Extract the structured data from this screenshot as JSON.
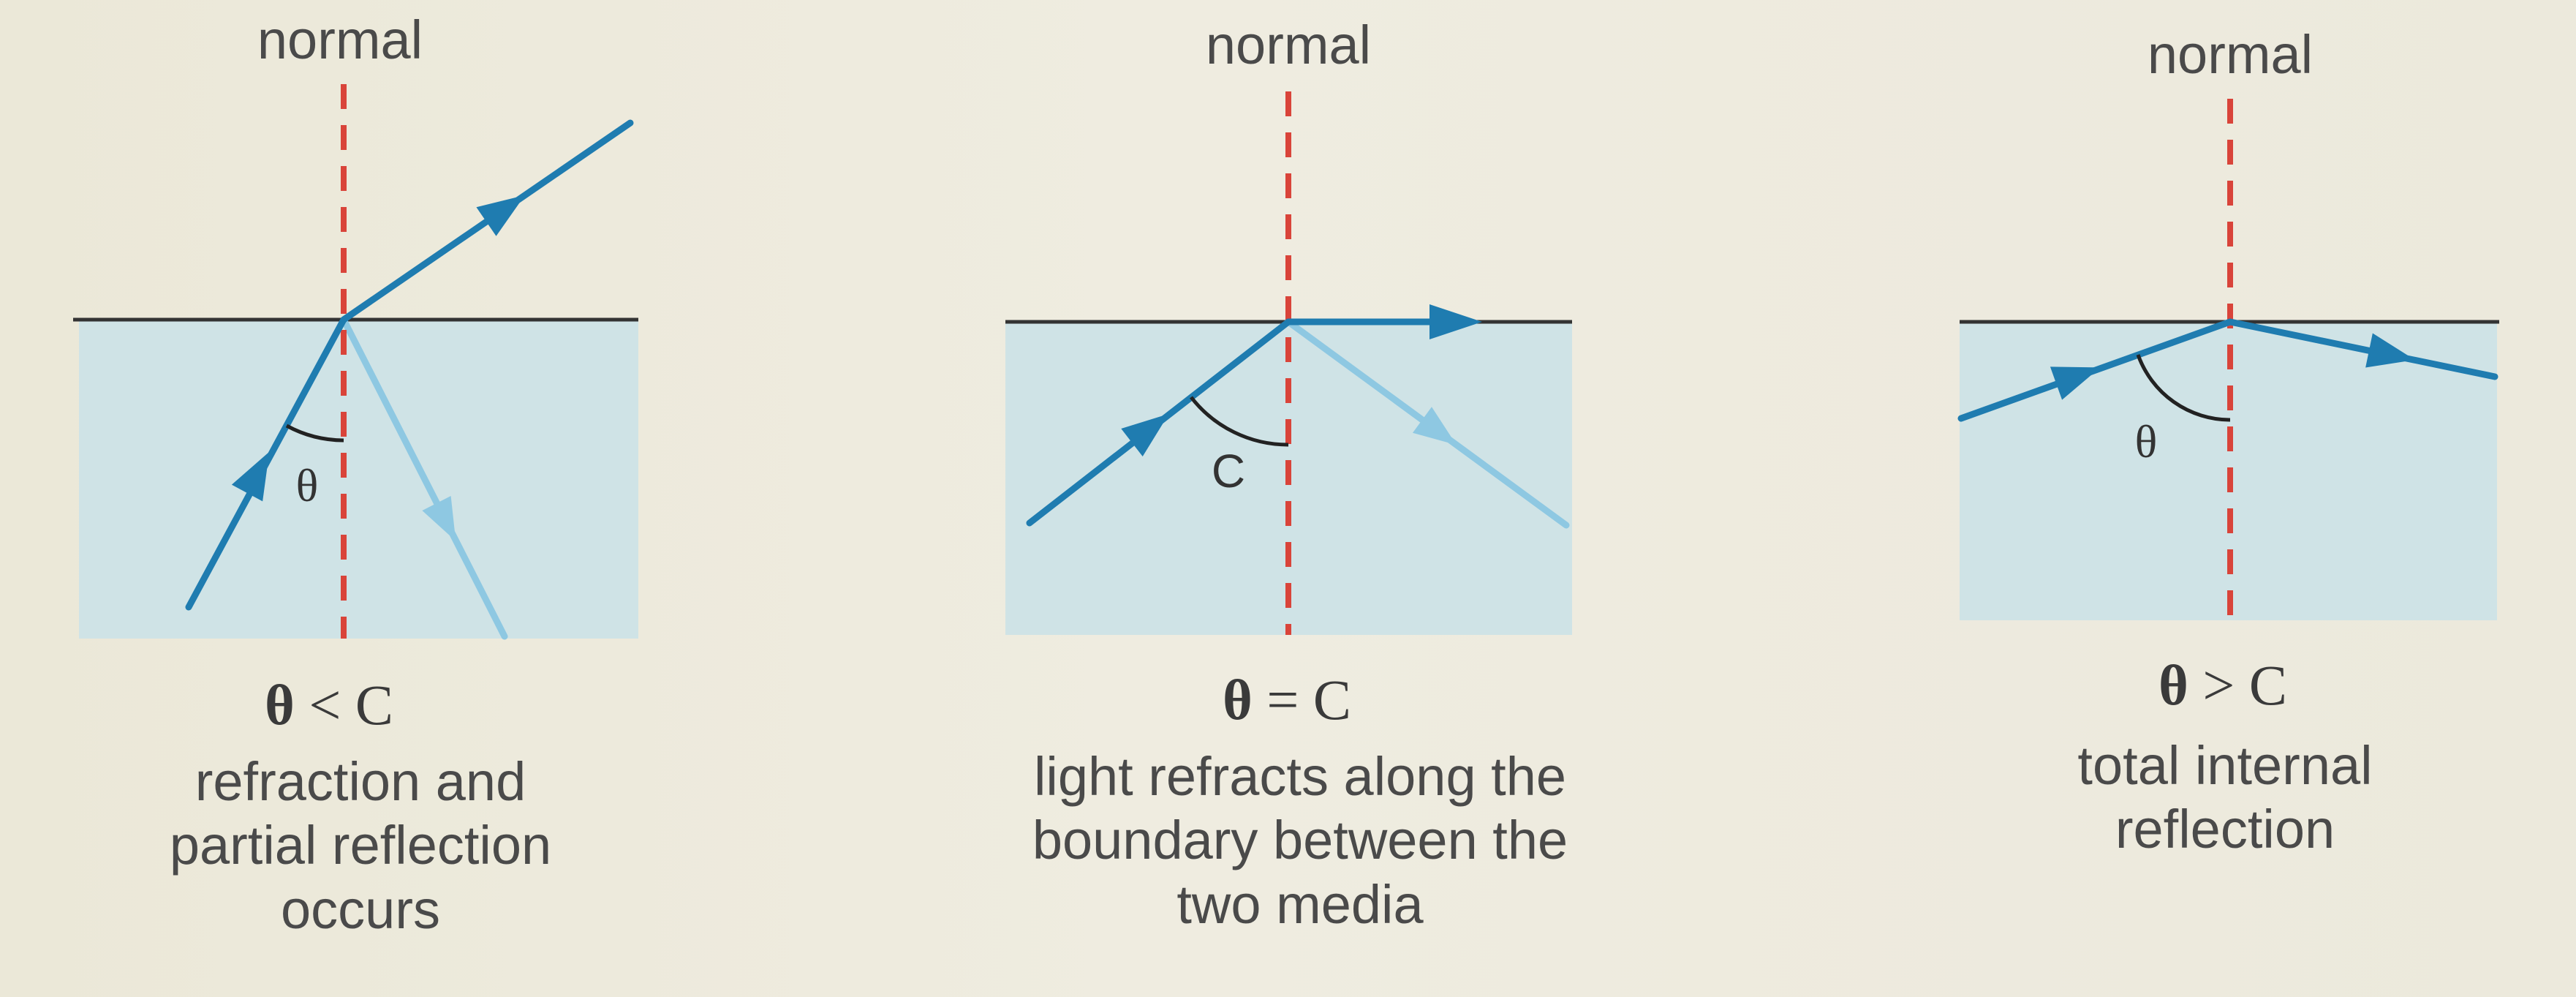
{
  "panels": [
    {
      "normal_label": "normal",
      "angle_label": "θ",
      "condition": {
        "theta": "θ",
        "relation": "< C"
      },
      "description": [
        "refraction and",
        "partial reflection",
        "occurs"
      ]
    },
    {
      "normal_label": "normal",
      "angle_label": "C",
      "condition": {
        "theta": "θ",
        "relation": "= C"
      },
      "description": [
        "light refracts along the",
        "boundary between the",
        "two media"
      ]
    },
    {
      "normal_label": "normal",
      "angle_label": "θ",
      "condition": {
        "theta": "θ",
        "relation": "> C"
      },
      "description": [
        "total internal",
        "reflection"
      ]
    }
  ],
  "colors": {
    "background": "#ece9db",
    "medium": "#cfe3e6",
    "ray": "#1f7cb0",
    "reflected_ray": "#8ec8e2",
    "normal_line": "#d9443a",
    "boundary": "#333333"
  }
}
